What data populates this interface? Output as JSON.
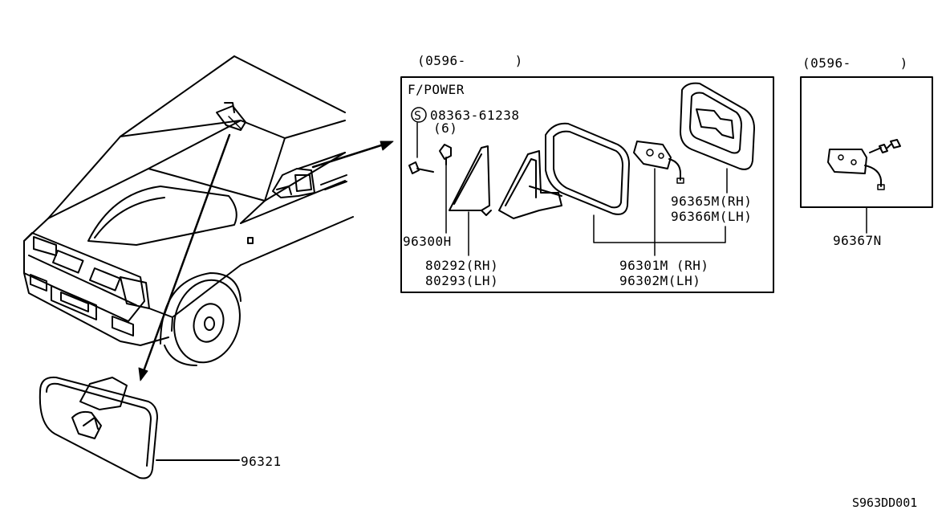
{
  "vehicle_detail": {
    "date_range": "(0596-      )",
    "variant": "F/POWER",
    "screw_symbol": "S",
    "screw_part": "08363-61238",
    "screw_qty": "(6)",
    "bolt_part": "96300H",
    "cover_rh": "80292(RH)",
    "cover_lh": "80293(LH)",
    "mirror_rh": "96301M (RH)",
    "mirror_lh": "96302M(LH)",
    "glass_rh": "96365M(RH)",
    "glass_lh": "96366M(LH)"
  },
  "actuator_detail": {
    "date_range": "(0596-      )",
    "part": "96367N"
  },
  "inside_mirror": {
    "part": "96321"
  },
  "diagram_code": "S963DD001"
}
